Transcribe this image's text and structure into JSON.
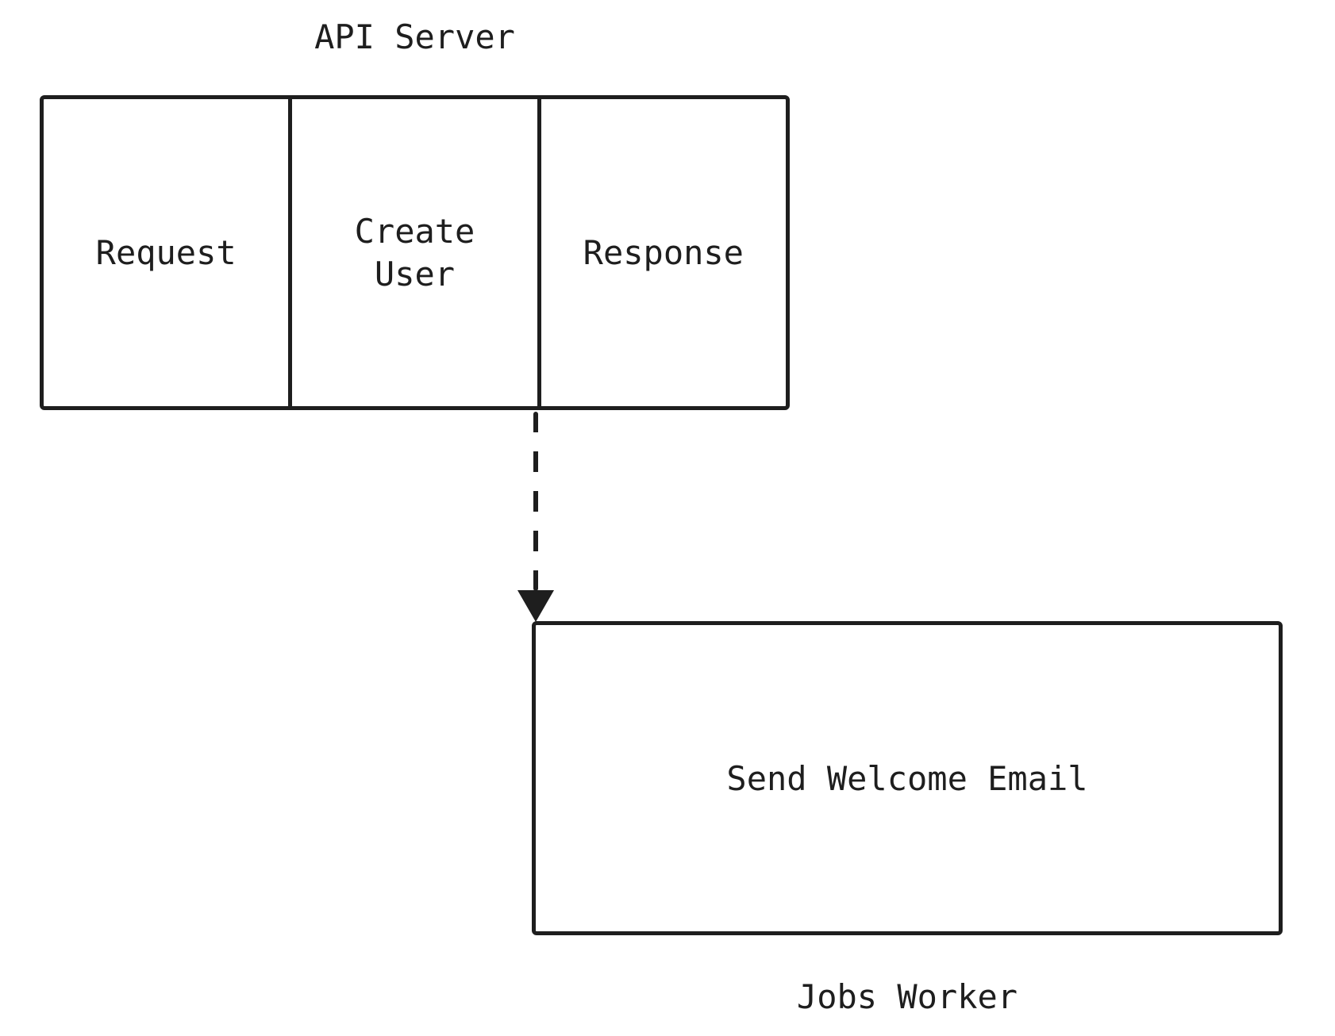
{
  "diagram": {
    "background": "#ffffff",
    "stroke_color": "#1e1e1e",
    "api_server": {
      "title": "API Server",
      "steps": [
        {
          "label": "Request"
        },
        {
          "label": "Create User"
        },
        {
          "label": "Response"
        }
      ]
    },
    "connector": {
      "style": "dashed",
      "direction": "down",
      "from": "Create User",
      "to": "Send Welcome Email"
    },
    "jobs_worker": {
      "box_label": "Send Welcome Email",
      "title": "Jobs Worker"
    }
  }
}
